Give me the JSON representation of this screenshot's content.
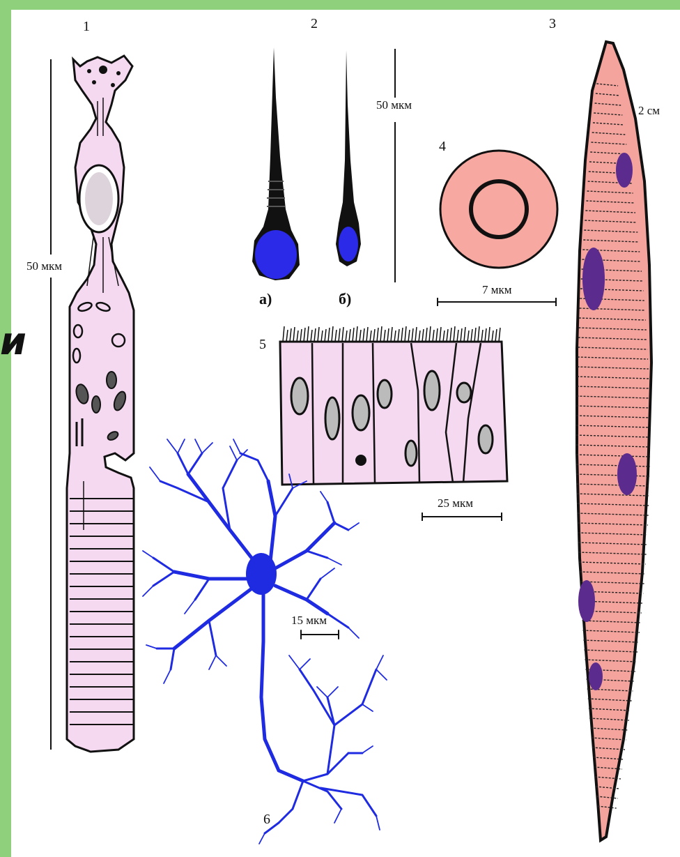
{
  "figure_labels": {
    "cell1": "1",
    "cell2": "2",
    "cell3": "3",
    "cell4": "4",
    "cell5": "5",
    "cell6": "6",
    "sperm_a": "а)",
    "sperm_b": "б)"
  },
  "scale_labels": {
    "rod_cell": "50 мкм",
    "sperm": "50 мкм",
    "muscle": "2 см",
    "erythrocyte": "7 мкм",
    "epithelium": "25 мкм",
    "neuron": "15 мкм"
  },
  "side_glyph": "и",
  "colors": {
    "rod_cell_fill": "#f5d9f0",
    "sperm_head": "#2a2ae8",
    "erythrocyte_fill": "#f7a8a0",
    "epithelium_fill": "#f5d9f0",
    "muscle_fill": "#f4a49c",
    "muscle_nucleus": "#5b2b8e",
    "neuron": "#1f2be0",
    "background_frame": "#8ed07c"
  }
}
